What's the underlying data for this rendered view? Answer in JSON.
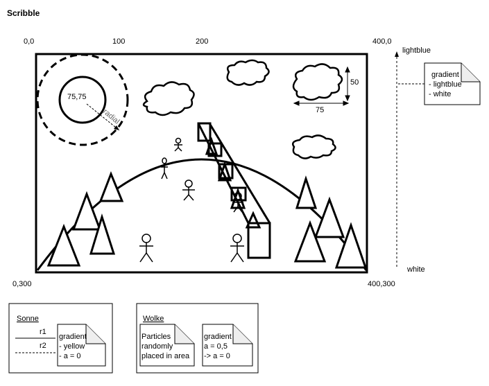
{
  "title": "Scribble",
  "axis": {
    "top_left": "0,0",
    "top_100": "100",
    "top_200": "200",
    "top_right": "400,0",
    "bottom_left": "0,300",
    "bottom_right": "400,300"
  },
  "sun": {
    "center_label": "75,75",
    "radius_label": "radial"
  },
  "cloud_dims": {
    "height": "50",
    "width": "75"
  },
  "sky": {
    "top_label": "lightblue",
    "bottom_label": "white",
    "note": [
      "gradient",
      "- lightblue",
      "- white"
    ]
  },
  "legend_sonne": {
    "title": "Sonne",
    "r1": "r1",
    "r2": "r2",
    "note": [
      "gradient",
      " - yellow",
      "- a = 0"
    ]
  },
  "legend_wolke": {
    "title": "Wolke",
    "note1": [
      "Particles",
      "randomly",
      "placed in area"
    ],
    "note2": [
      "gradient",
      "a = 0,5",
      "-> a = 0"
    ]
  }
}
